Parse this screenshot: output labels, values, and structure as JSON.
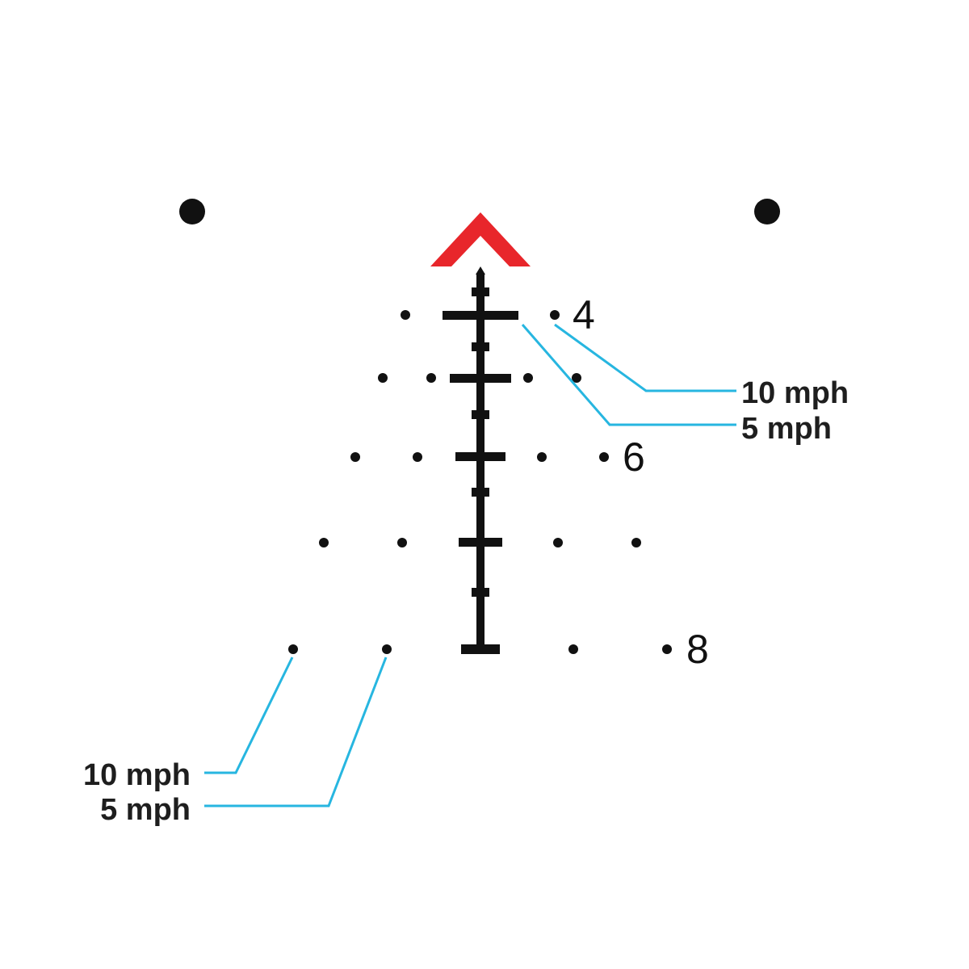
{
  "colors": {
    "background": "#ffffff",
    "reticle": "#111111",
    "chevron": "#e8262b",
    "leader": "#27b6e0",
    "label": "#1e1e1e"
  },
  "range_numbers": [
    "4",
    "6",
    "8"
  ],
  "wind_callouts": {
    "upper_right": {
      "outer": "10 mph",
      "inner": "5 mph"
    },
    "lower_left": {
      "outer": "10 mph",
      "inner": "5 mph"
    }
  },
  "icons": {
    "chevron": "red-chevron-aiming-point",
    "corner_dots": "reference-dot"
  }
}
